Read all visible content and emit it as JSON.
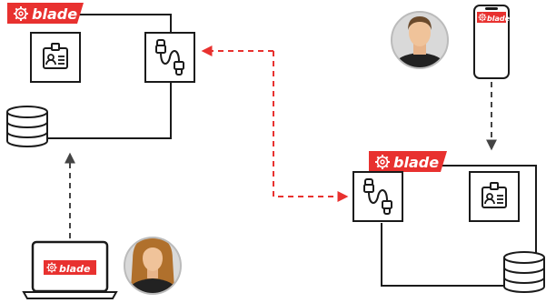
{
  "brand": {
    "name": "blade",
    "color": "#e8312f",
    "dark": "#1a1a1a",
    "arrow_red": "#e8312f",
    "arrow_gray": "#444444"
  },
  "left_node": {
    "label": "blade",
    "icons": [
      "id-badge-icon",
      "usb-cable-icon",
      "database-icon"
    ]
  },
  "right_node": {
    "label": "blade",
    "icons": [
      "usb-cable-icon",
      "id-badge-icon",
      "database-icon"
    ]
  },
  "phone": {
    "screen_label": "blade"
  },
  "laptop": {
    "screen_label": "blade"
  },
  "people": [
    "male-user-avatar",
    "female-user-avatar"
  ]
}
